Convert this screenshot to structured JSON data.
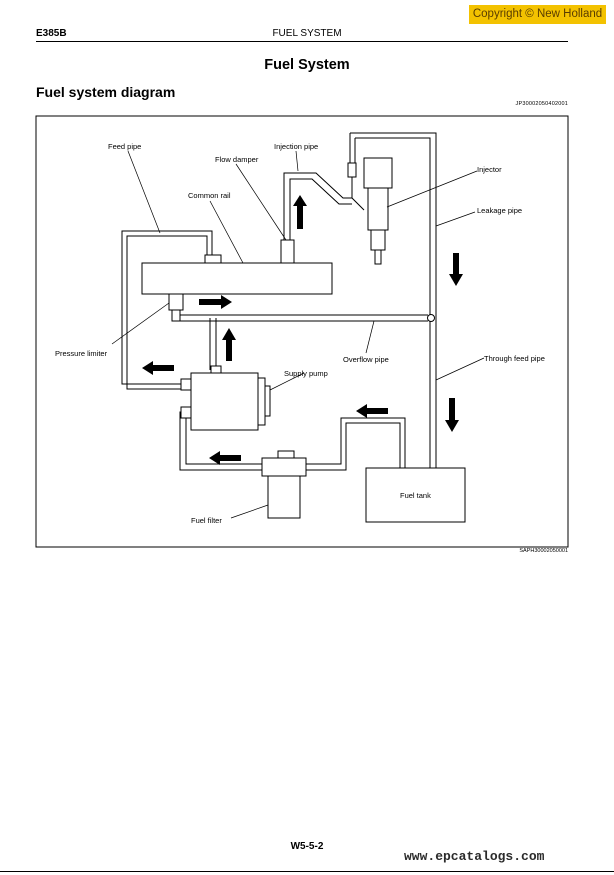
{
  "copyright": "Copyright © New Holland",
  "header": {
    "model": "E385B",
    "section": "FUEL SYSTEM"
  },
  "page_title": "Fuel System",
  "section_title": "Fuel system diagram",
  "diagram_code_top": "JP30002050402001",
  "diagram_code_bottom": "SAPH30002050001",
  "labels": {
    "feed_pipe": "Feed pipe",
    "flow_damper": "Flow damper",
    "injection_pipe": "Injection pipe",
    "common_rail": "Common rail",
    "injector": "Injector",
    "leakage_pipe": "Leakage pipe",
    "pressure_limiter": "Pressure limiter",
    "overflow_pipe": "Overflow pipe",
    "through_feed_pipe": "Through feed pipe",
    "supply_pump": "Supply pump",
    "fuel_tank": "Fuel tank",
    "fuel_filter": "Fuel filter"
  },
  "page_number": "W5-5-2",
  "website": "www.epcatalogs.com"
}
